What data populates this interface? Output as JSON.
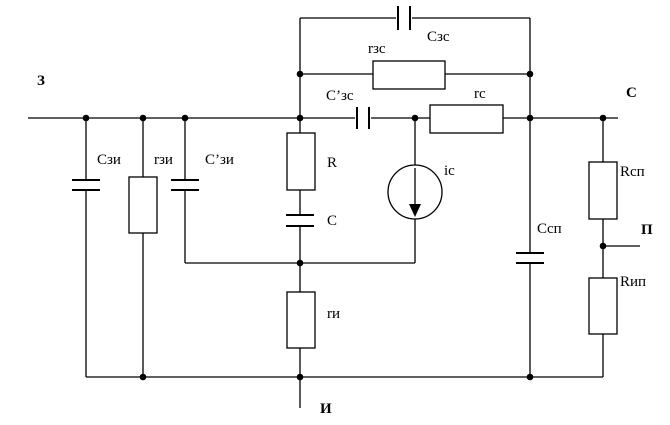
{
  "terminals": {
    "gate": "З",
    "drain": "С",
    "source": "И",
    "substrate": "П"
  },
  "components": {
    "c_gd": "Cзс",
    "r_gd": "rзс",
    "c_gd_prime": "C’зс",
    "r_d": "rс",
    "c_gs": "Сзи",
    "r_gs": "rзи",
    "c_gs_prime": "С’зи",
    "r": "R",
    "c": "C",
    "i_d": "iс",
    "r_s": "rи",
    "c_ds": "Сcп",
    "r_dp": "Rсп",
    "r_sp": "Rип"
  }
}
